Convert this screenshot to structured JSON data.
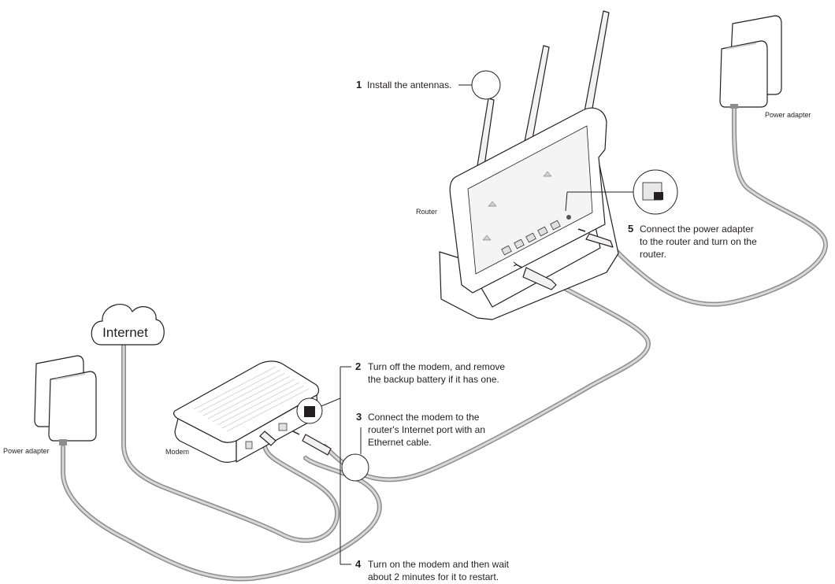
{
  "steps": [
    {
      "number": "1",
      "lines": [
        "Install the antennas."
      ]
    },
    {
      "number": "2",
      "lines": [
        "Turn off the modem, and remove",
        "the backup battery if it has one."
      ]
    },
    {
      "number": "3",
      "lines": [
        "Connect the modem to the",
        "router's Internet port with an",
        "Ethernet cable."
      ]
    },
    {
      "number": "4",
      "lines": [
        "Turn on the modem and then wait",
        "about 2 minutes for it to restart."
      ]
    },
    {
      "number": "5",
      "lines": [
        "Connect the power adapter",
        "to the router and turn on the",
        "router."
      ]
    }
  ],
  "labels": {
    "router": "Router",
    "modem": "Modem",
    "internet": "Internet",
    "power_adapter_right": "Power adapter",
    "power_adapter_left": "Power adapter"
  },
  "colors": {
    "text": "#231f20",
    "cable": "#8c8c8c",
    "device_body": "#ffffff",
    "device_shade": "#e6e6e6"
  },
  "icons": [
    "cloud-icon",
    "router-illustration",
    "modem-illustration",
    "power-adapter-illustration",
    "ethernet-plug-icon",
    "power-plug-icon"
  ]
}
